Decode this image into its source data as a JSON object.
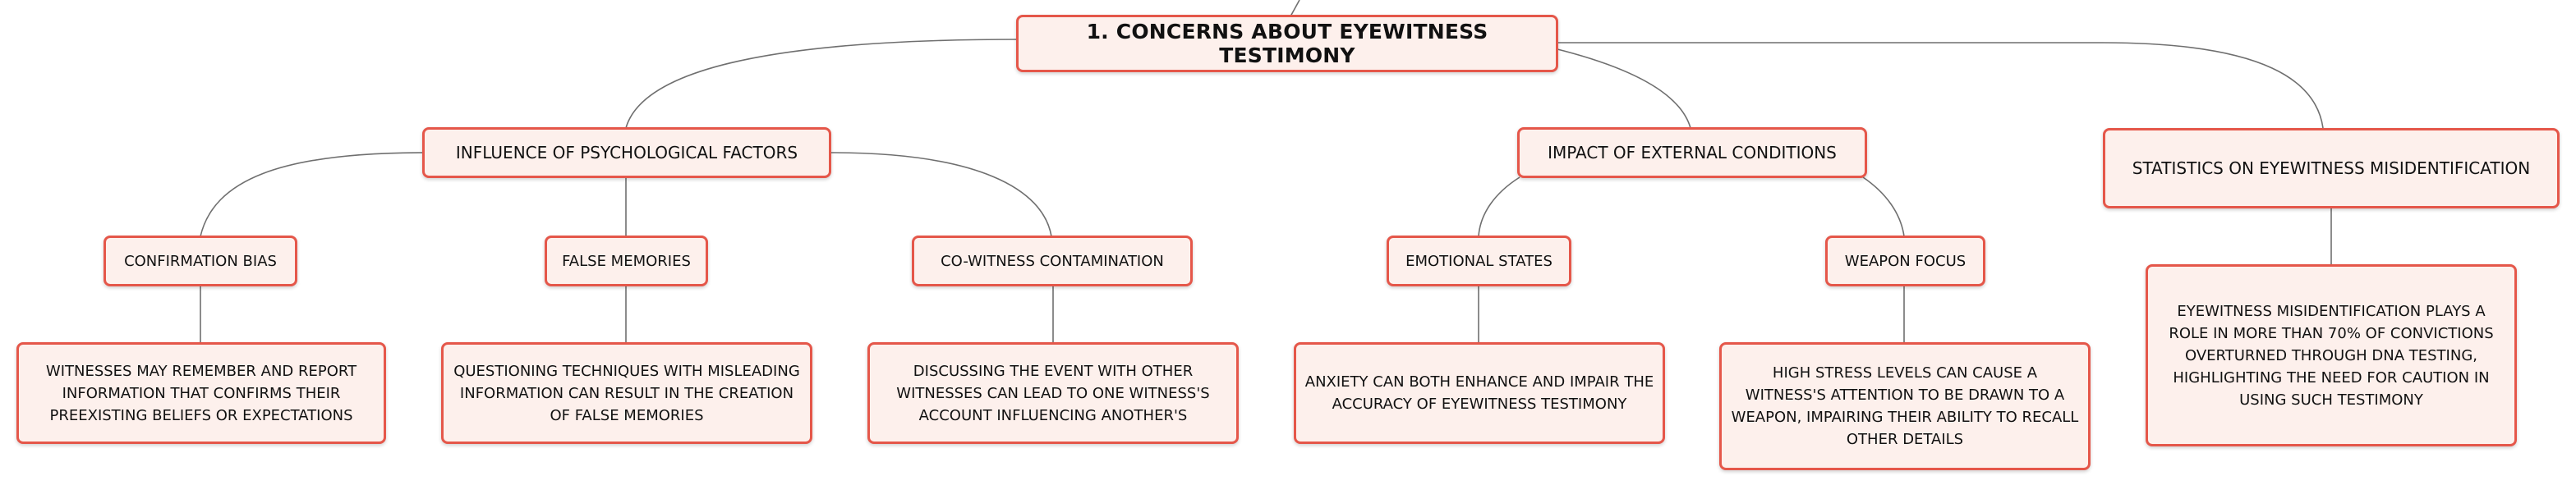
{
  "root": {
    "label": "1. CONCERNS ABOUT EYEWITNESS TESTIMONY"
  },
  "topics": [
    {
      "label": "INFLUENCE OF PSYCHOLOGICAL FACTORS",
      "children": [
        {
          "label": "CONFIRMATION BIAS",
          "detail": "WITNESSES MAY REMEMBER AND REPORT INFORMATION THAT CONFIRMS THEIR PREEXISTING BELIEFS OR EXPECTATIONS"
        },
        {
          "label": "FALSE MEMORIES",
          "detail": "QUESTIONING TECHNIQUES WITH MISLEADING INFORMATION CAN RESULT IN THE CREATION OF FALSE MEMORIES"
        },
        {
          "label": "CO-WITNESS CONTAMINATION",
          "detail": "DISCUSSING THE EVENT WITH OTHER WITNESSES CAN LEAD TO ONE WITNESS'S ACCOUNT INFLUENCING ANOTHER'S"
        }
      ]
    },
    {
      "label": "IMPACT OF EXTERNAL CONDITIONS",
      "children": [
        {
          "label": "EMOTIONAL STATES",
          "detail": "ANXIETY CAN BOTH ENHANCE AND IMPAIR THE ACCURACY OF EYEWITNESS TESTIMONY"
        },
        {
          "label": "WEAPON FOCUS",
          "detail": "HIGH STRESS LEVELS CAN CAUSE A WITNESS'S ATTENTION TO BE DRAWN TO A WEAPON, IMPAIRING THEIR ABILITY TO RECALL OTHER DETAILS"
        }
      ]
    },
    {
      "label": "STATISTICS ON EYEWITNESS MISIDENTIFICATION",
      "detail": "EYEWITNESS MISIDENTIFICATION PLAYS A ROLE IN MORE THAN 70% OF CONVICTIONS OVERTURNED THROUGH DNA TESTING, HIGHLIGHTING THE NEED FOR CAUTION IN USING SUCH TESTIMONY"
    }
  ],
  "colors": {
    "node_fill": "#fdf0ec",
    "node_border": "#e5574a",
    "connector": "#6f6f6f",
    "text": "#111111"
  }
}
